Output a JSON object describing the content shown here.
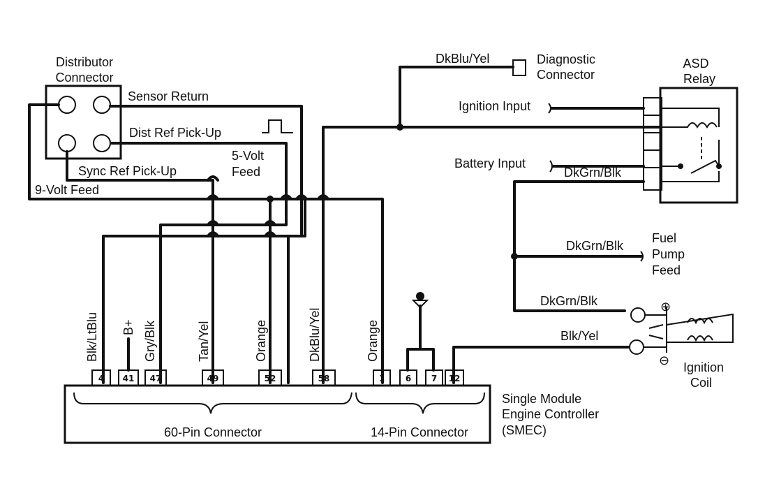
{
  "labels": {
    "distributor_connector": [
      "Distributor",
      "Connector"
    ],
    "sensor_return": "Sensor Return",
    "dist_ref_pickup": "Dist Ref Pick-Up",
    "sync_ref_pickup": "Sync Ref Pick-Up",
    "nine_volt_feed": "9-Volt Feed",
    "five_volt_feed": [
      "5-Volt",
      "Feed"
    ],
    "dkblu_yel_top": "DkBlu/Yel",
    "diagnostic_connector": [
      "Diagnostic",
      "Connector"
    ],
    "asd_relay": [
      "ASD",
      "Relay"
    ],
    "ignition_input": "Ignition Input",
    "battery_input": "Battery Input",
    "dkgrn_blk_relay": "DkGrn/Blk",
    "dkgrn_blk_fuel": "DkGrn/Blk",
    "fuel_pump_feed": [
      "Fuel",
      "Pump",
      "Feed"
    ],
    "dkgrn_blk_coil": "DkGrn/Blk",
    "blk_yel": "Blk/Yel",
    "ignition_coil": [
      "Ignition",
      "Coil"
    ],
    "smec": [
      "Single Module",
      "Engine Controller",
      "(SMEC)"
    ],
    "sixty_pin": "60-Pin Connector",
    "fourteen_pin": "14-Pin Connector",
    "coil_plus": "⊕",
    "coil_minus": "⊖"
  },
  "wire_colors": [
    "Blk/LtBlu",
    "B+",
    "Gry/Blk",
    "Tan/Yel",
    "Orange",
    "DkBlu/Yel",
    "Orange"
  ],
  "pins": [
    "4",
    "41",
    "47",
    "49",
    "52",
    "58",
    "1",
    "6",
    "7",
    "12"
  ]
}
